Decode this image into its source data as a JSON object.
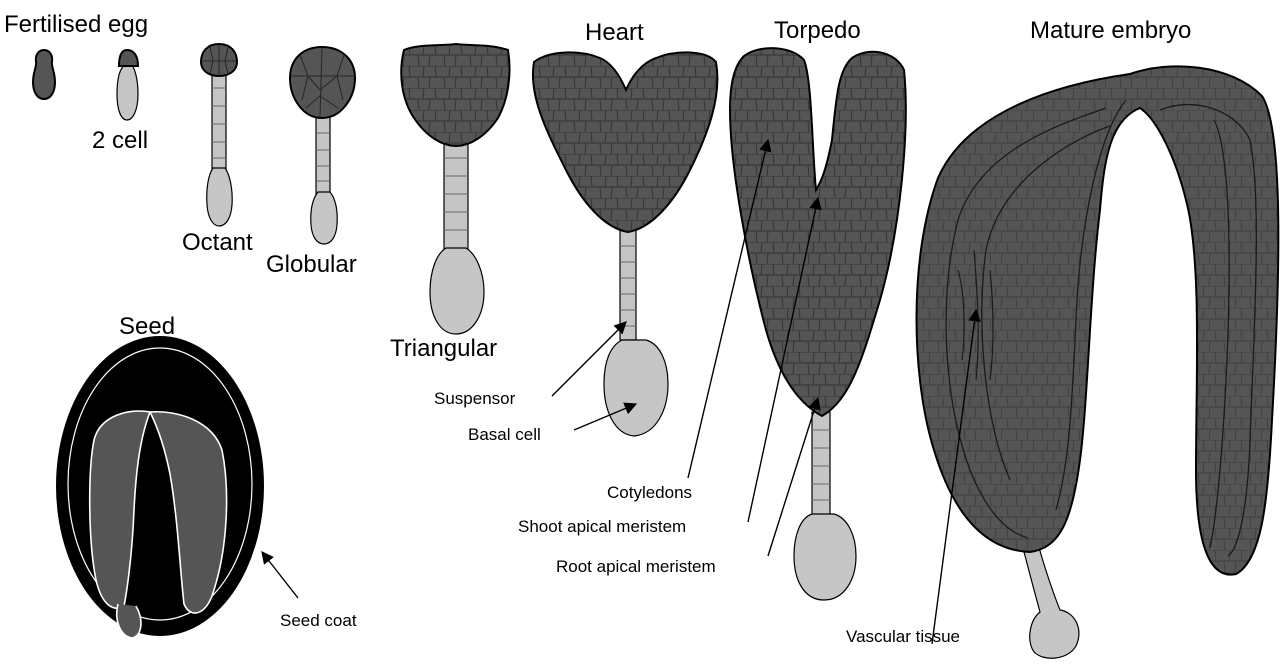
{
  "figure": {
    "stages": {
      "fertilised_egg": "Fertilised egg",
      "two_cell": "2 cell",
      "octant": "Octant",
      "globular": "Globular",
      "triangular": "Triangular",
      "heart": "Heart",
      "torpedo": "Torpedo",
      "mature_embryo": "Mature embryo",
      "seed": "Seed"
    },
    "parts": {
      "suspensor": "Suspensor",
      "basal_cell": "Basal cell",
      "cotyledons": "Cotyledons",
      "shoot_apical_meristem": "Shoot apical meristem",
      "root_apical_meristem": "Root apical meristem",
      "vascular_tissue": "Vascular tissue",
      "seed_coat": "Seed coat"
    },
    "colors": {
      "embryo_tissue": "#555555",
      "suspensor_cells": "#c6c6c6",
      "seed_coat": "#000000",
      "outline": "#000000"
    }
  }
}
